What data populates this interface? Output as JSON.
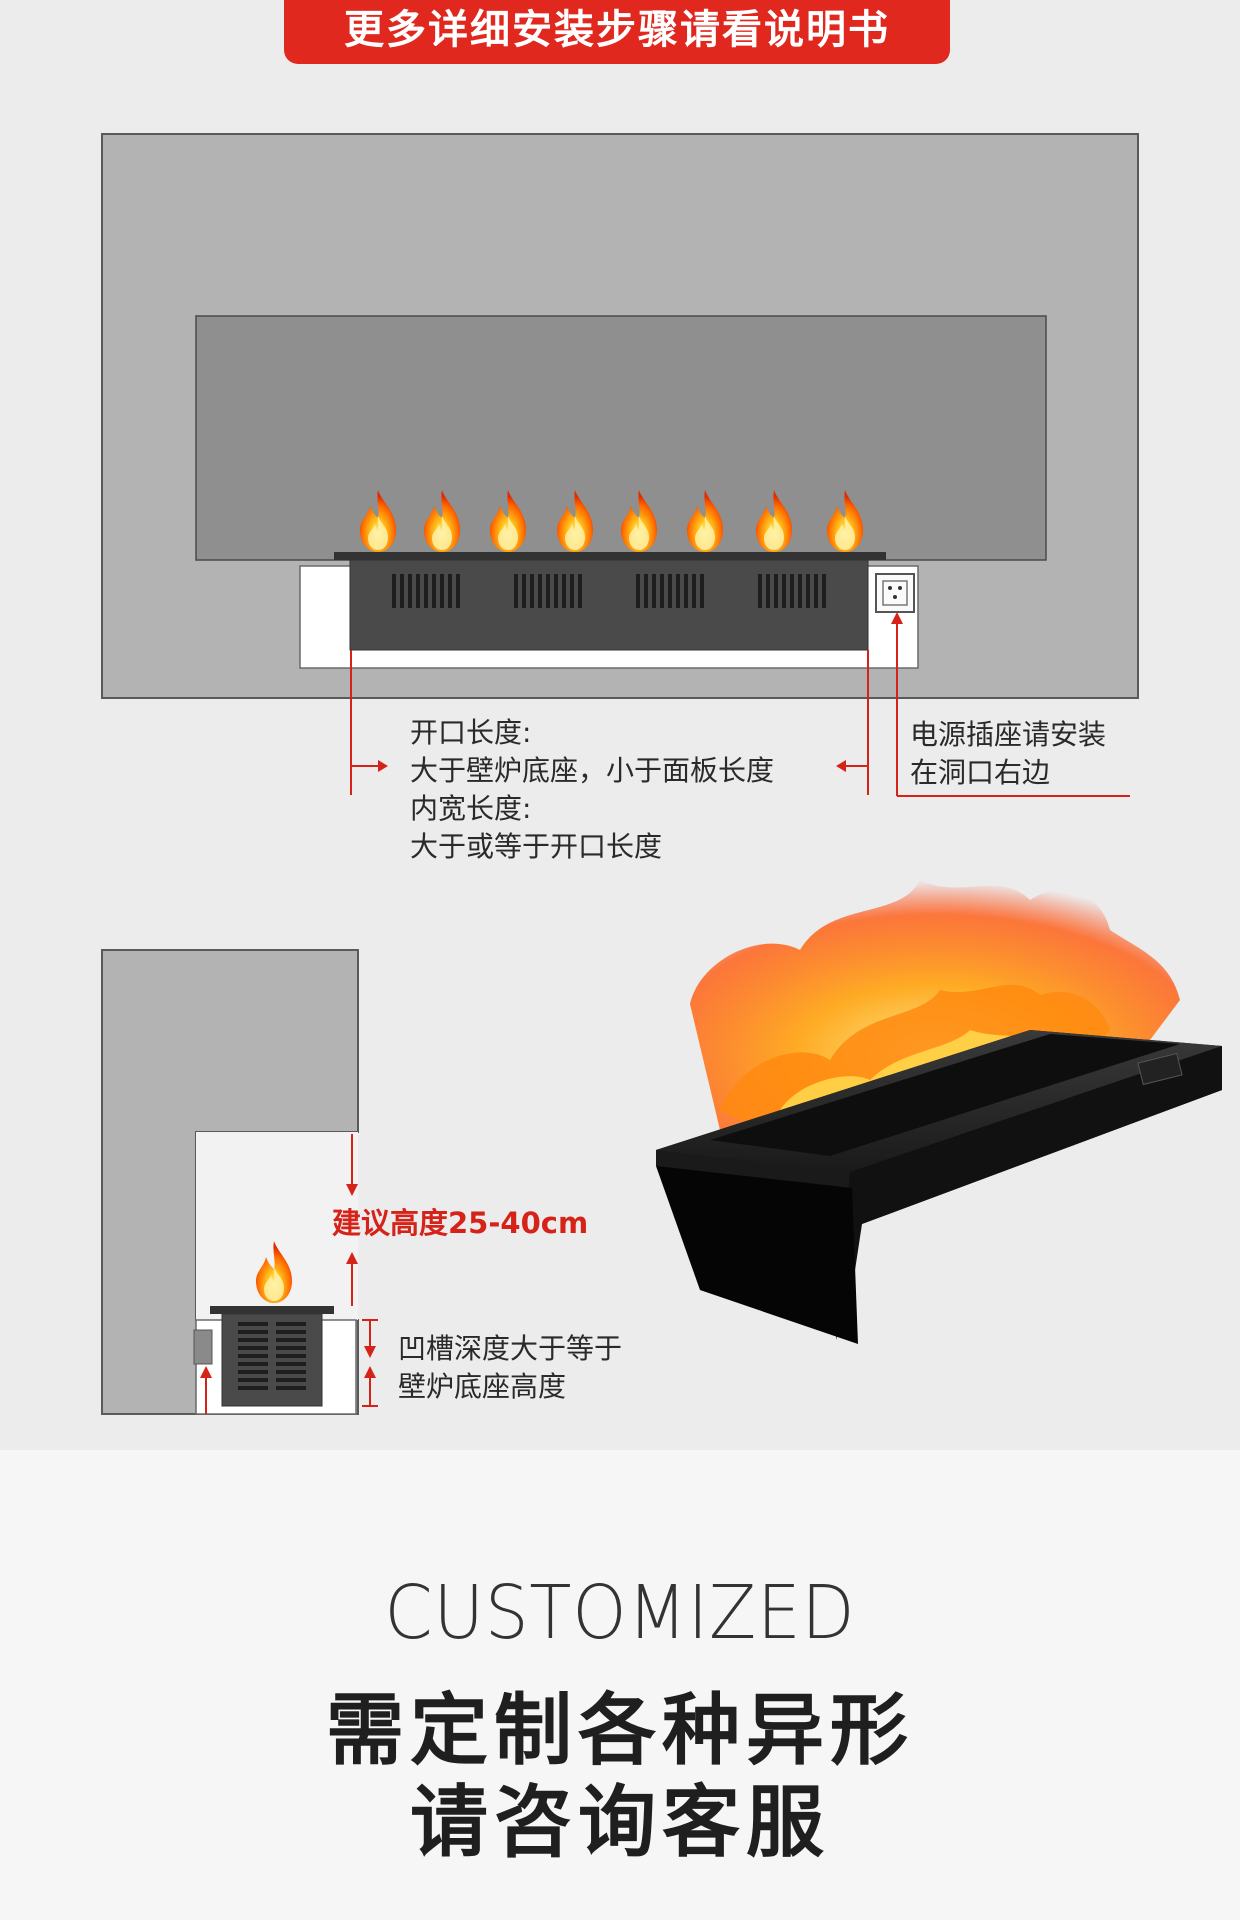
{
  "banner": {
    "text": "更多详细安装步骤请看说明书"
  },
  "front_view": {
    "opening_length_title": "开口长度:",
    "opening_length_desc": "大于壁炉底座，小于面板长度",
    "inner_width_title": "内宽长度:",
    "inner_width_desc": "大于或等于开口长度",
    "socket_note_line1": "电源插座请安装",
    "socket_note_line2": "在洞口右边"
  },
  "side_view": {
    "height_note": "建议高度25-40cm",
    "groove_note_line1": "凹槽深度大于等于",
    "groove_note_line2": "壁炉底座高度"
  },
  "customized": {
    "english": "CUSTOMIZED",
    "chinese_line1": "需定制各种异形",
    "chinese_line2": "请咨询客服"
  },
  "colors": {
    "accent_red": "#e0281f",
    "wall_gray": "#b3b3b3",
    "panel_gray": "#8f8f8f",
    "firebox_black": "#4a4a4a"
  }
}
